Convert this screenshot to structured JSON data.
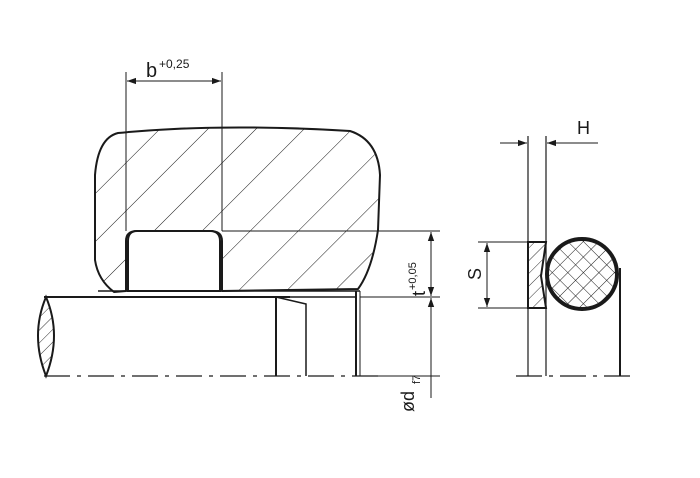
{
  "labels": {
    "b": "b",
    "b_tol": "+0,25",
    "t": "t",
    "t_tol": "+0,05",
    "d": "ød",
    "d_tol": "f7",
    "H": "H",
    "S": "S"
  },
  "colors": {
    "line": "#1a1a1a",
    "background": "#ffffff"
  }
}
